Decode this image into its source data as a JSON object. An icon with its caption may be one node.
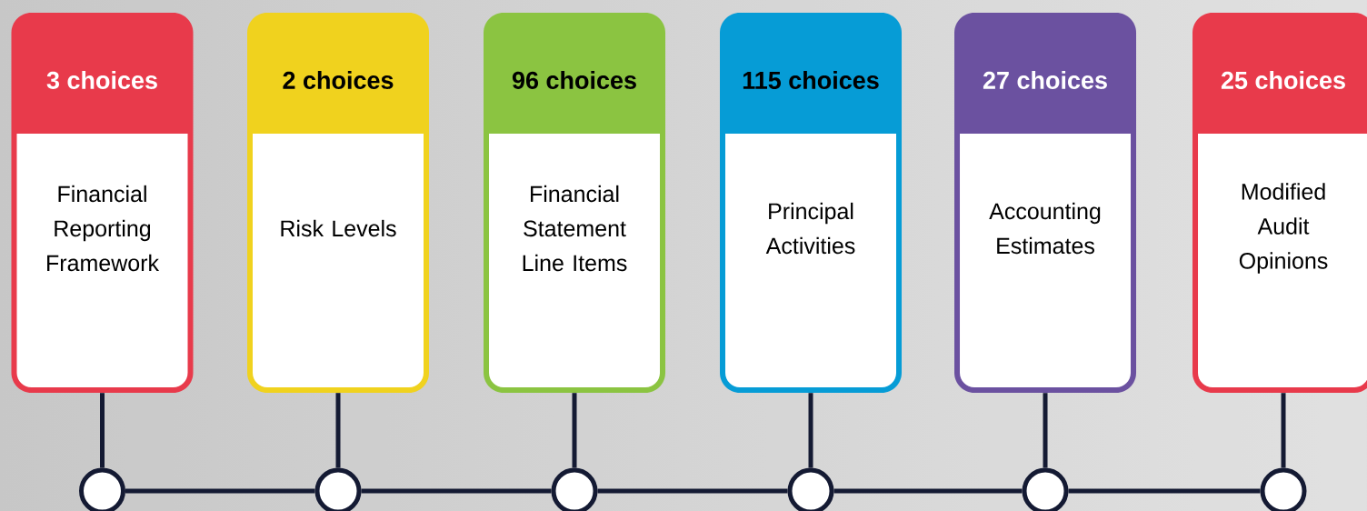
{
  "diagram": {
    "nodes": [
      {
        "text": [
          "3 choices",
          "Financial Reporting Framework"
        ]
      },
      {
        "text": [
          "2 choices",
          "Risk Levels"
        ]
      },
      {
        "text": [
          "96 choices",
          "Financial Statement Line Items"
        ]
      },
      {
        "text": [
          "115 choices",
          "Principal Activities"
        ]
      },
      {
        "text": [
          "27 choices",
          "Accounting Estimates"
        ]
      },
      {
        "text": [
          "25 choices",
          "Modified Audit Opinions"
        ]
      },
      {
        "text": [],
        "shape": "circle"
      },
      {
        "text": [],
        "shape": "circle"
      },
      {
        "text": [],
        "shape": "circle"
      },
      {
        "text": [],
        "shape": "circle"
      },
      {
        "text": [],
        "shape": "circle"
      },
      {
        "text": [],
        "shape": "circle"
      }
    ],
    "edges": [
      {
        "from": 0,
        "to": 6,
        "arrow": "none"
      },
      {
        "from": 1,
        "to": 7,
        "arrow": "none"
      },
      {
        "from": 2,
        "to": 8,
        "arrow": "none"
      },
      {
        "from": 3,
        "to": 9,
        "arrow": "none"
      },
      {
        "from": 4,
        "to": 10,
        "arrow": "none"
      },
      {
        "from": 5,
        "to": 11,
        "arrow": "none"
      },
      {
        "from": 6,
        "to": 7,
        "arrow": "none"
      },
      {
        "from": 7,
        "to": 8,
        "arrow": "none"
      },
      {
        "from": 8,
        "to": 9,
        "arrow": "none"
      },
      {
        "from": 9,
        "to": 10,
        "arrow": "none"
      },
      {
        "from": 10,
        "to": 11,
        "arrow": "none"
      }
    ]
  }
}
